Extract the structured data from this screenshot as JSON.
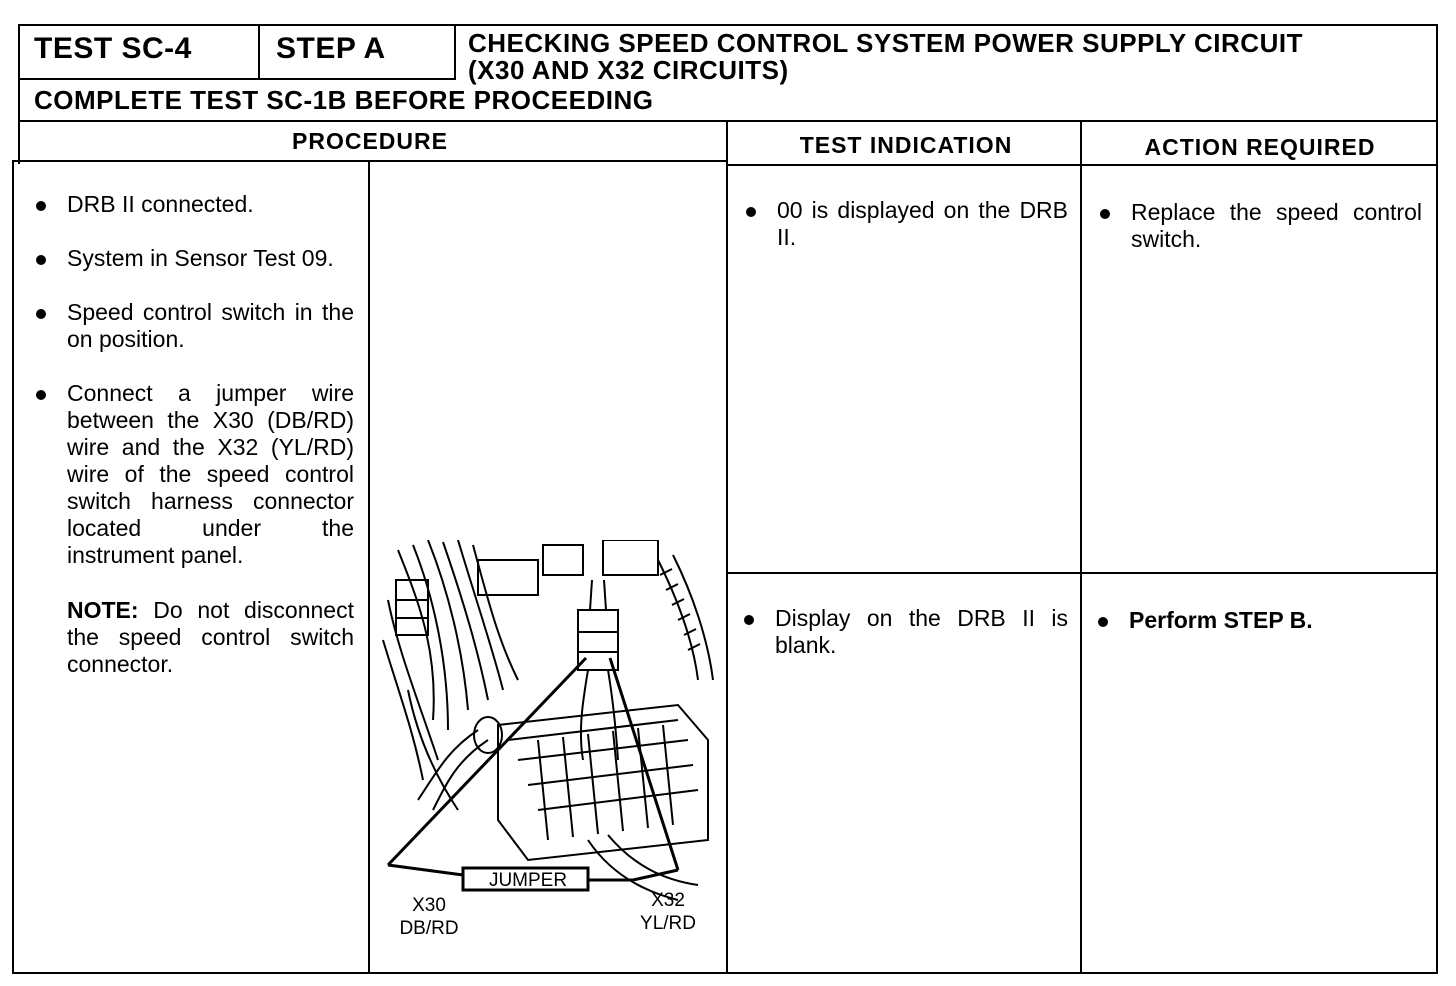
{
  "header": {
    "test_id": "TEST SC-4",
    "step": "STEP A",
    "title_line1": "CHECKING SPEED CONTROL SYSTEM POWER SUPPLY CIRCUIT",
    "title_line2": "(X30 AND X32 CIRCUITS)",
    "prerequisite": "COMPLETE TEST SC-1B BEFORE PROCEEDING"
  },
  "columns": {
    "procedure": "PROCEDURE",
    "indication": "TEST INDICATION",
    "action": "ACTION REQUIRED"
  },
  "procedure": {
    "steps": [
      "DRB II connected.",
      "System in Sensor Test 09.",
      "Speed control switch in the on position.",
      "Connect a jumper wire between the X30 (DB/RD) wire and the X32 (YL/RD) wire of the speed control switch harness connector located under the instrument panel."
    ],
    "note_label": "NOTE:",
    "note_text": " Do not disconnect the speed control switch connector."
  },
  "diagram": {
    "jumper_label": "JUMPER",
    "left_wire": "X30",
    "left_color": "DB/RD",
    "right_wire": "X32",
    "right_color": "YL/RD"
  },
  "rows": [
    {
      "indication": "00 is displayed on the DRB II.",
      "action": "Replace the speed control switch."
    },
    {
      "indication": "Display on the DRB II is blank.",
      "action": "Perform STEP B."
    }
  ]
}
